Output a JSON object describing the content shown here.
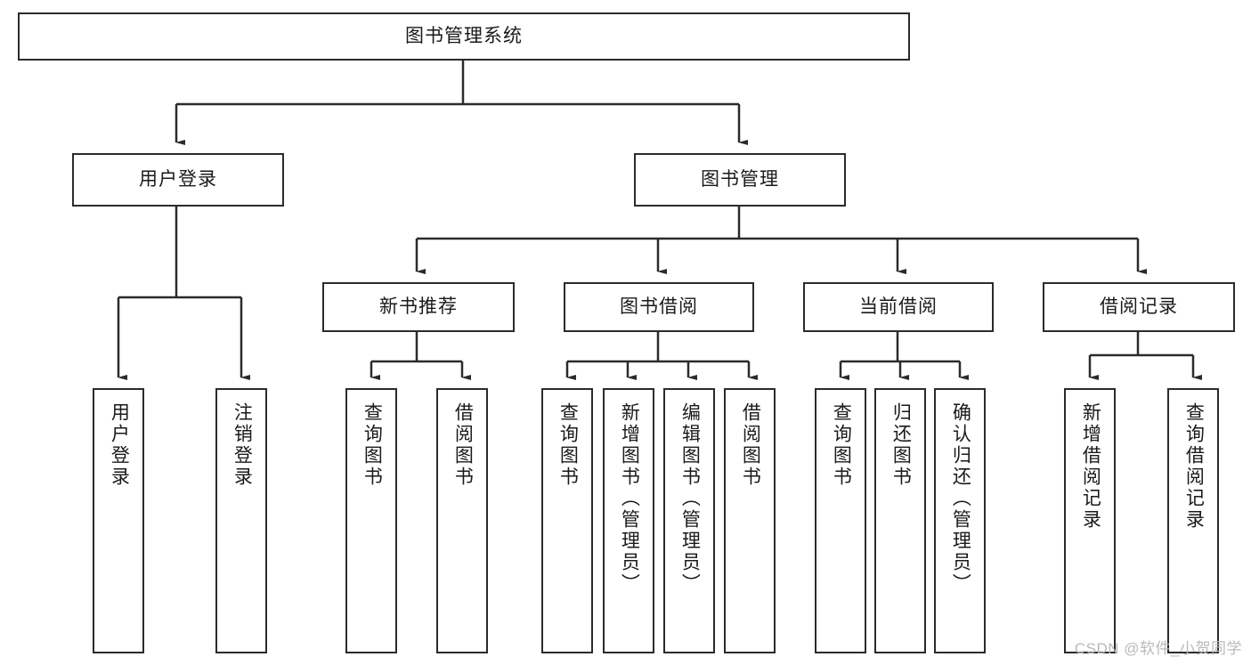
{
  "diagram": {
    "title": "图书管理系统",
    "type": "tree",
    "watermark": "CSDN @软件_小贺同学",
    "colors": {
      "stroke": "#2b2b2b",
      "fill": "#ffffff",
      "text": "#1a1a1a",
      "watermark": "#b9b9b9"
    },
    "nodes": {
      "root": {
        "label": "图书管理系统"
      },
      "level2": [
        {
          "id": "user-login",
          "label": "用户登录"
        },
        {
          "id": "book-manage",
          "label": "图书管理"
        }
      ],
      "level3": [
        {
          "id": "new-book-rec",
          "label": "新书推荐"
        },
        {
          "id": "book-borrow",
          "label": "图书借阅"
        },
        {
          "id": "current-borrow",
          "label": "当前借阅"
        },
        {
          "id": "borrow-record",
          "label": "借阅记录"
        }
      ],
      "leaves": {
        "user-login": [
          {
            "id": "leaf-user-login",
            "label": "用户登录"
          },
          {
            "id": "leaf-user-logout",
            "label": "注销登录"
          }
        ],
        "new-book-rec": [
          {
            "id": "leaf-query-book-1",
            "label": "查询图书"
          },
          {
            "id": "leaf-borrow-book-1",
            "label": "借阅图书"
          }
        ],
        "book-borrow": [
          {
            "id": "leaf-query-book-2",
            "label": "查询图书"
          },
          {
            "id": "leaf-add-book",
            "label": "新增图书（管理员）"
          },
          {
            "id": "leaf-edit-book",
            "label": "编辑图书（管理员）"
          },
          {
            "id": "leaf-borrow-book-2",
            "label": "借阅图书"
          }
        ],
        "current-borrow": [
          {
            "id": "leaf-query-book-3",
            "label": "查询图书"
          },
          {
            "id": "leaf-return-book",
            "label": "归还图书"
          },
          {
            "id": "leaf-confirm-return",
            "label": "确认归还（管理员）"
          }
        ],
        "borrow-record": [
          {
            "id": "leaf-add-record",
            "label": "新增借阅记录"
          },
          {
            "id": "leaf-query-record",
            "label": "查询借阅记录"
          }
        ]
      }
    }
  }
}
